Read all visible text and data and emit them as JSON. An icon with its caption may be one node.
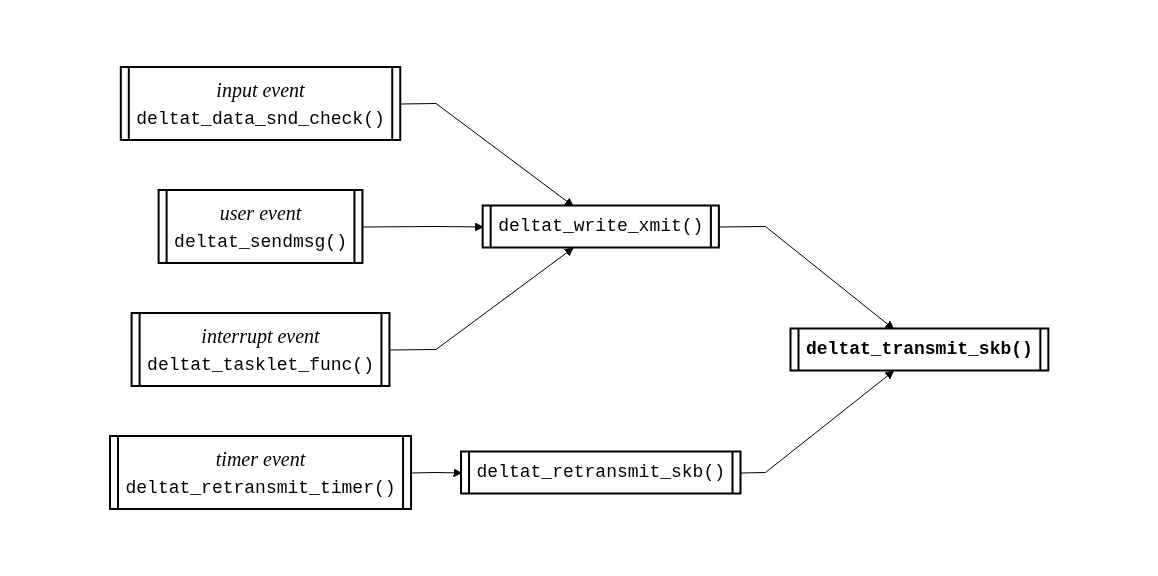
{
  "diagram": {
    "nodes": [
      {
        "text": [
          "input event",
          "deltat_data_snd_check()"
        ]
      },
      {
        "text": [
          "user event",
          "deltat_sendmsg()"
        ]
      },
      {
        "text": [
          "deltat_write_xmit()"
        ]
      },
      {
        "text": [
          "interrupt event",
          "deltat_tasklet_func()"
        ]
      },
      {
        "text": [
          "deltat_transmit_skb()"
        ]
      },
      {
        "text": [
          "deltat_retransmit_skb()"
        ]
      },
      {
        "text": [
          "timer event",
          "deltat_retransmit_timer()"
        ]
      }
    ],
    "edges": [
      {
        "from": 0,
        "to": 2,
        "arrow": "to"
      },
      {
        "from": 1,
        "to": 2,
        "arrow": "to"
      },
      {
        "from": 3,
        "to": 2,
        "arrow": "to"
      },
      {
        "from": 2,
        "to": 4,
        "arrow": "to"
      },
      {
        "from": 5,
        "to": 4,
        "arrow": "to"
      },
      {
        "from": 6,
        "to": 5,
        "arrow": "to"
      }
    ]
  }
}
